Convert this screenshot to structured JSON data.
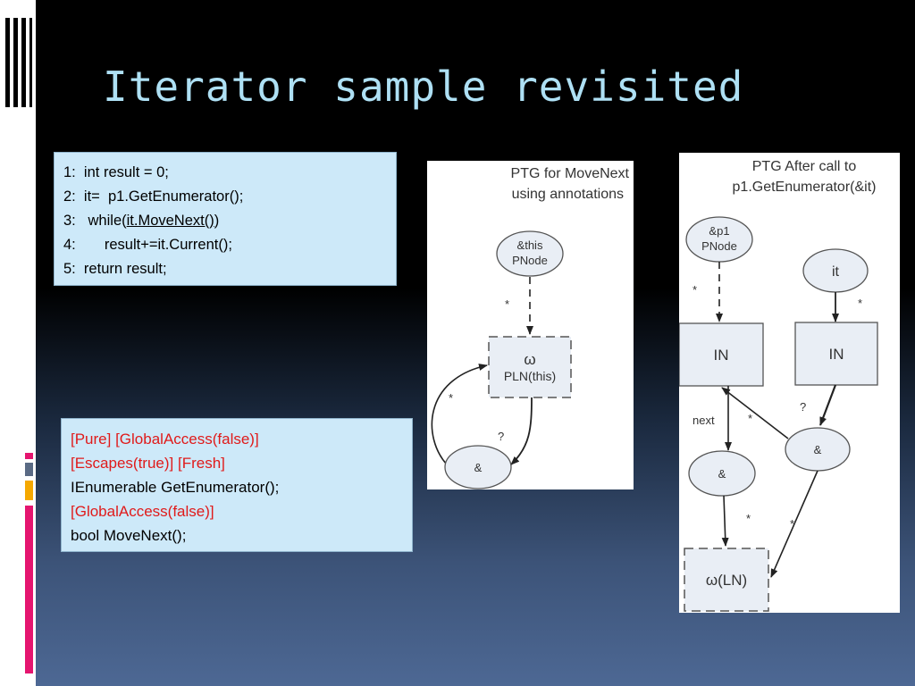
{
  "slide": {
    "title": "Iterator sample revisited"
  },
  "code_box": {
    "lines": [
      {
        "num": "1:",
        "text": "  int result = 0;"
      },
      {
        "num": "2:",
        "text": "  it=  p1.GetEnumerator();"
      },
      {
        "num": "3:",
        "pre": "   while(",
        "underlined": "it.MoveNext()",
        "post": ")"
      },
      {
        "num": "4:",
        "text": "       result+=it.Current();"
      },
      {
        "num": "5:",
        "text": "  return result;"
      }
    ]
  },
  "annotations_box": {
    "line1": "[Pure] [GlobalAccess(false)]",
    "line2": "[Escapes(true)] [Fresh]",
    "line3": "IEnumerable GetEnumerator();",
    "line4": "[GlobalAccess(false)]",
    "line5": "bool MoveNext();"
  },
  "ptg_movenext": {
    "title_line1": "PTG for MoveNext",
    "title_line2": "using annotations",
    "node_this_line1": "&this",
    "node_this_line2": "PNode",
    "edge_star": "*",
    "node_omega_symbol": "ω",
    "node_omega_label": "PLN(this)",
    "loop_star": "*",
    "edge_question": "?",
    "node_amp": "&"
  },
  "ptg_after_call": {
    "title_line1": "PTG After call to",
    "title_line2": "p1.GetEnumerator(&it)",
    "node_p1_line1": "&p1",
    "node_p1_line2": "PNode",
    "node_it": "it",
    "star_p1": "*",
    "star_it": "*",
    "node_in_left": "IN",
    "node_in_right": "IN",
    "edge_next": "next",
    "star_back": "*",
    "edge_question": "?",
    "node_amp_right": "&",
    "node_amp_left": "&",
    "star_left_down": "*",
    "star_right_down": "*",
    "node_omega_ln": "ω(LN)"
  },
  "colors": {
    "title": "#aee0f4",
    "box_fill": "#cde9f9",
    "annotation_red": "#e01a1a",
    "accent_gray": "#5a6a84",
    "accent_yellow": "#f5a800",
    "accent_pink": "#e5156f"
  }
}
